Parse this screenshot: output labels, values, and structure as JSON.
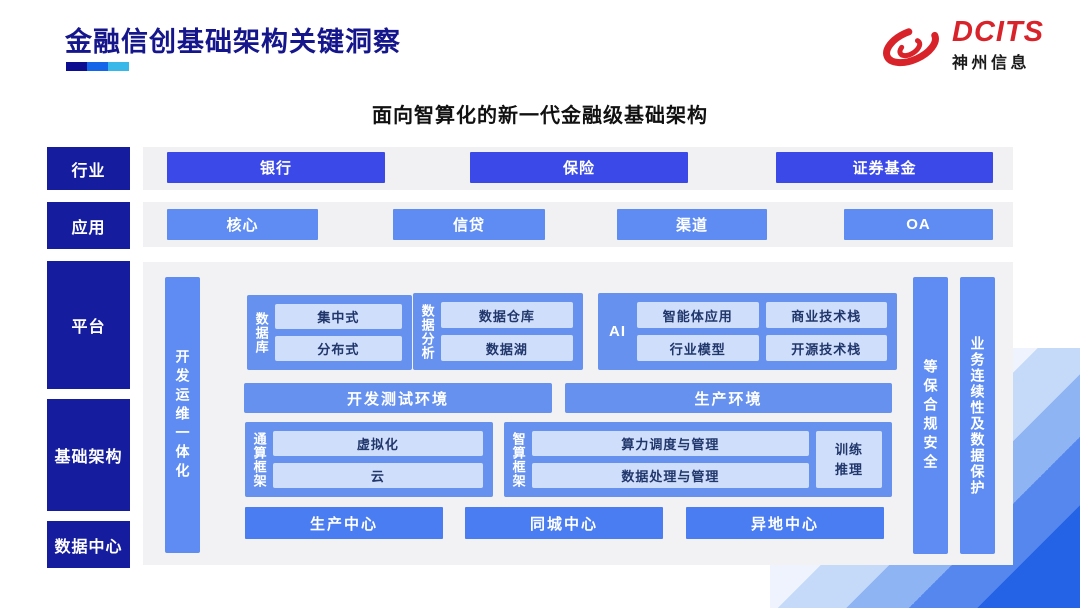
{
  "header": {
    "title": "金融信创基础架构关键洞察",
    "logo": {
      "brand": "DCITS",
      "subtitle": "神州信息"
    }
  },
  "diagram": {
    "heading": "面向智算化的新一代金融级基础架构",
    "sidebar": [
      "行业",
      "应用",
      "平台",
      "基础架构",
      "数据中心"
    ],
    "industry_row": [
      "银行",
      "保险",
      "证券基金"
    ],
    "application_row": [
      "核心",
      "信贷",
      "渠道",
      "OA"
    ],
    "devops_bar": "开发运维一体化",
    "database_group": {
      "label": "数据库",
      "items": [
        "集中式",
        "分布式"
      ]
    },
    "analytics_group": {
      "label": "数据分析",
      "items": [
        "数据仓库",
        "数据湖"
      ]
    },
    "ai_group": {
      "label": "AI",
      "items": [
        "智能体应用",
        "商业技术栈",
        "行业模型",
        "开源技术栈"
      ]
    },
    "env_bars": [
      "开发测试环境",
      "生产环境"
    ],
    "general_compute_group": {
      "label": "通算框架",
      "items": [
        "虚拟化",
        "云"
      ]
    },
    "intelligent_compute_group": {
      "label": "智算框架",
      "items": [
        "算力调度与管理",
        "数据处理与管理"
      ],
      "side_item_lines": [
        "训练",
        "推理"
      ]
    },
    "centers_row": [
      "生产中心",
      "同城中心",
      "异地中心"
    ],
    "right_bars": [
      "等保合规安全",
      "业务连续性及数据保护"
    ]
  },
  "colors": {
    "title_navy": "#15158c",
    "underline_segments": [
      "#0d0d8f",
      "#1565e8",
      "#38b8e8"
    ],
    "sidebar_navy": "#151c9e",
    "industry_button_blue": "#3a49e8",
    "application_button_blue": "#5e8cf2",
    "group_blue": "#6691ef",
    "inner_box_light": "#cfdefa",
    "center_box_blue": "#4a7cf2",
    "panel_gray": "#f2f2f4",
    "brand_red": "#d8232a"
  }
}
